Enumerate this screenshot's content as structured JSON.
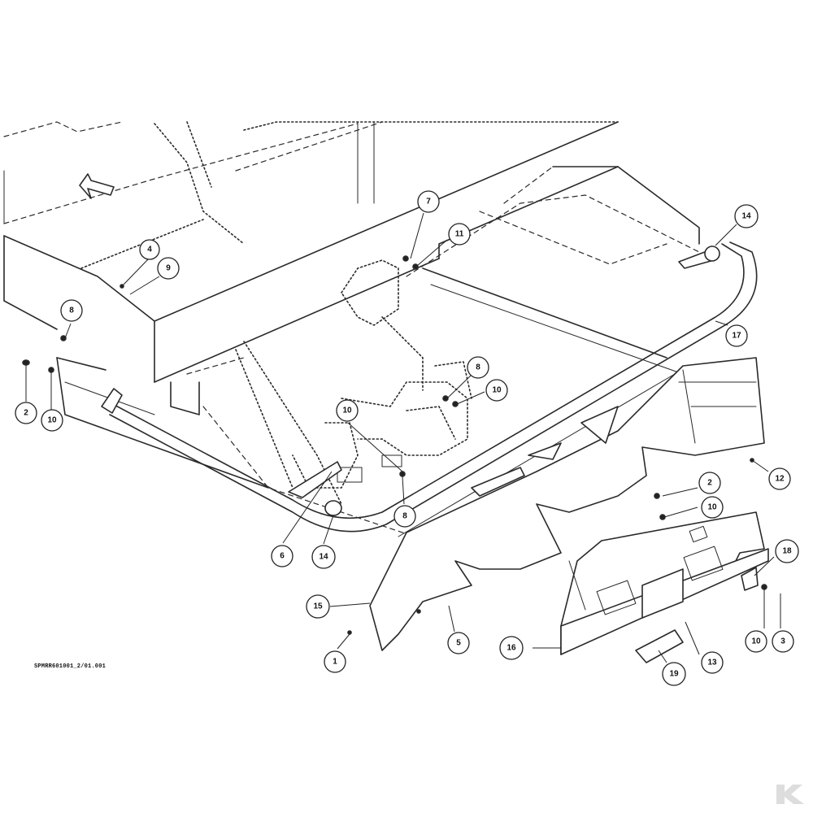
{
  "drawing_code": "SPMRR601001_2/01.001",
  "callouts": [
    "1",
    "2",
    "3",
    "4",
    "5",
    "6",
    "7",
    "8",
    "9",
    "10",
    "11",
    "12",
    "13",
    "14",
    "15",
    "16",
    "17",
    "18",
    "19"
  ],
  "colors": {
    "line": "#2a2a2a",
    "background": "#ffffff",
    "watermark": "#dddddd"
  },
  "icons": {
    "direction": "direction-arrow-icon",
    "brand": "brand-k-logo-icon"
  }
}
